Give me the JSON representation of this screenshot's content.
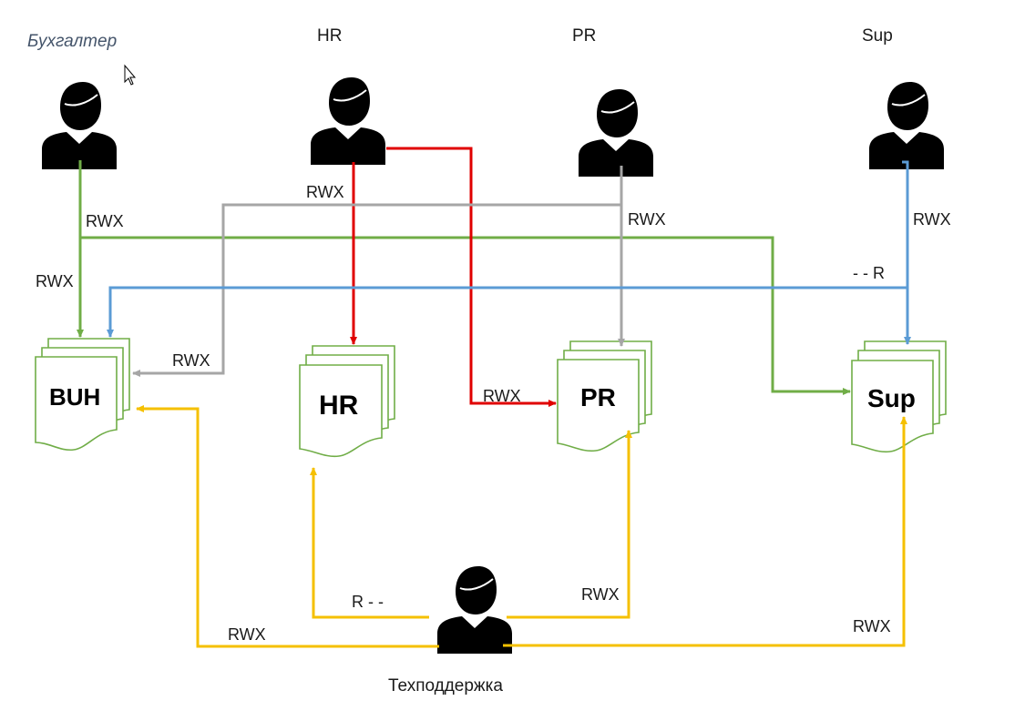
{
  "colors": {
    "buh_user": "#70ad47",
    "hr_user": "#e00000",
    "pr_user": "#a6a6a6",
    "sup_user": "#5b9bd5",
    "support": "#f5c000",
    "document": "#70ad47"
  },
  "users": {
    "buh": {
      "label": "Бухгалтер"
    },
    "hr": {
      "label": "HR"
    },
    "pr": {
      "label": "PR"
    },
    "sup": {
      "label": "Sup"
    },
    "support": {
      "label": "Техподдержка"
    }
  },
  "resources": {
    "buh": {
      "label": "BUH"
    },
    "hr": {
      "label": "HR"
    },
    "pr": {
      "label": "PR"
    },
    "sup": {
      "label": "Sup"
    }
  },
  "permissions": {
    "buh_to_buh": "RWX",
    "buh_to_sup": "RWX",
    "hr_to_hr": "RWX",
    "hr_to_pr": "RWX",
    "pr_to_pr": "RWX",
    "pr_to_buh": "RWX",
    "sup_to_sup": "RWX",
    "sup_to_buh": "- - R",
    "support_to_buh": "RWX",
    "support_to_hr": "R - -",
    "support_to_pr": "RWX",
    "support_to_sup": "RWX"
  },
  "icons": {
    "person": "person-icon",
    "document": "document-stack-icon",
    "cursor": "mouse-pointer-icon"
  }
}
